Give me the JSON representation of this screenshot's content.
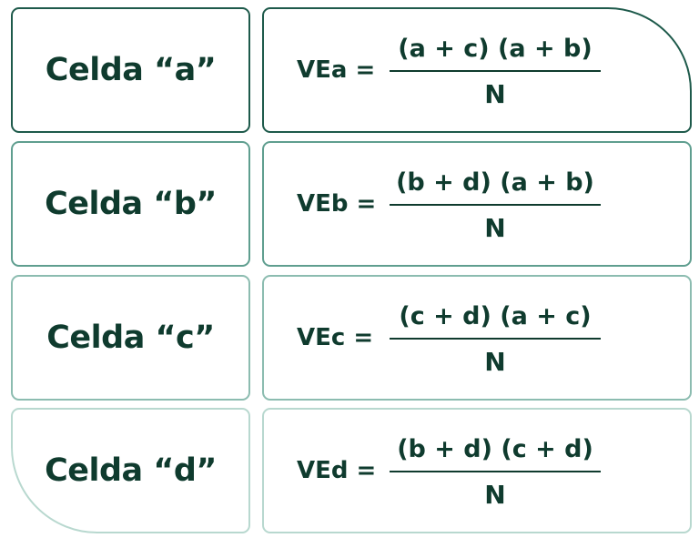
{
  "rows": [
    {
      "label": "Celda “a”",
      "lhs": "VEa =",
      "numerator": "(a + c) (a + b)",
      "denominator": "N"
    },
    {
      "label": "Celda “b”",
      "lhs": "VEb =",
      "numerator": "(b + d) (a + b)",
      "denominator": "N"
    },
    {
      "label": "Celda “c”",
      "lhs": "VEc =",
      "numerator": "(c + d) (a + c)",
      "denominator": "N"
    },
    {
      "label": "Celda “d”",
      "lhs": "VEd =",
      "numerator": "(b + d) (c + d)",
      "denominator": "N"
    }
  ],
  "colors": {
    "text": "#0f3b2e",
    "border_dark": "#1e5a4b",
    "border_mid": "#5f9e8f",
    "border_light": "#8cbcb0",
    "border_faint": "#b8d8cf"
  }
}
